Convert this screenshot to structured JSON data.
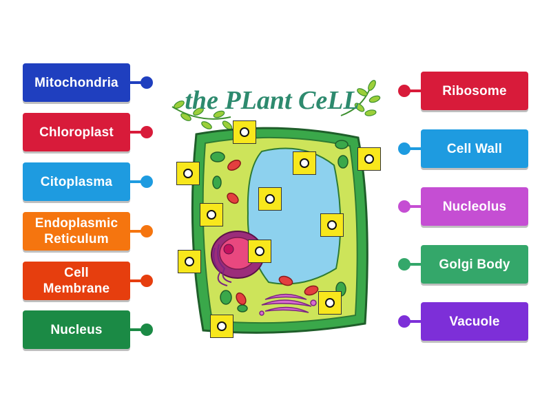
{
  "diagram": {
    "title": "the PLant CeLL"
  },
  "labels_left": [
    {
      "text": "Mitochondria",
      "color": "#1f3fbf"
    },
    {
      "text": "Chloroplast",
      "color": "#d81b3a"
    },
    {
      "text": "Citoplasma",
      "color": "#1e9be0"
    },
    {
      "text": "Endoplasmic\nReticulum",
      "color": "#f5750f"
    },
    {
      "text": "Cell\nMembrane",
      "color": "#e63e0e"
    },
    {
      "text": "Nucleus",
      "color": "#1b8a45"
    }
  ],
  "labels_right": [
    {
      "text": "Ribosome",
      "color": "#d81b3a"
    },
    {
      "text": "Cell Wall",
      "color": "#1e9be0"
    },
    {
      "text": "Nucleolus",
      "color": "#c54ed3"
    },
    {
      "text": "Golgi Body",
      "color": "#34a76a"
    },
    {
      "text": "Vacuole",
      "color": "#7d2fd8"
    }
  ],
  "colors": {
    "cell_wall": "#3aa84a",
    "cytoplasm": "#cde45a",
    "vacuole": "#8dd1ee",
    "nucleus": "#e9487f",
    "marker": "#f8e71c"
  }
}
